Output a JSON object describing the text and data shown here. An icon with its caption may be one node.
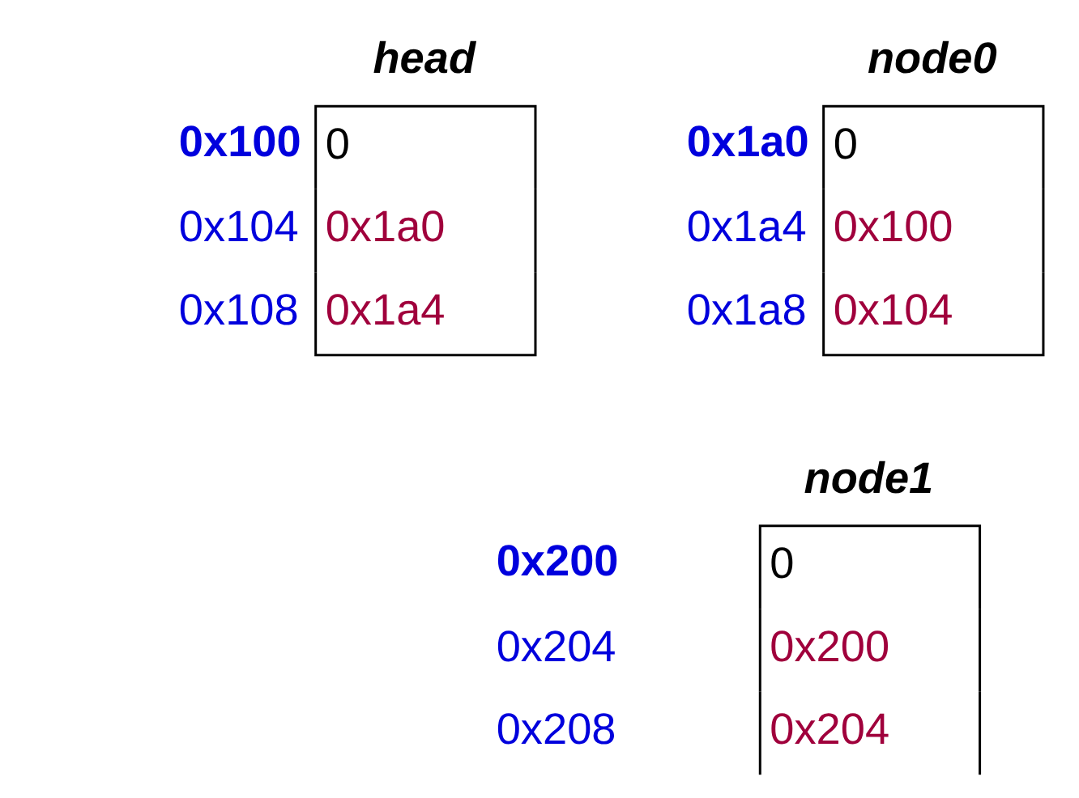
{
  "diagram": {
    "nodes": [
      {
        "text": [
          "head",
          "0",
          "0x1a0",
          "0x1a4"
        ],
        "beside": [
          "0x100",
          "0x104",
          "0x108"
        ]
      },
      {
        "text": [
          "node0",
          "0",
          "0x100",
          "0x104"
        ],
        "beside": [
          "0x1a0",
          "0x1a4",
          "0x1a8"
        ]
      },
      {
        "text": [
          "node1",
          "0",
          "0x200",
          "0x204"
        ],
        "beside": [
          "0x200",
          "0x204",
          "0x208"
        ]
      }
    ],
    "edges": []
  }
}
